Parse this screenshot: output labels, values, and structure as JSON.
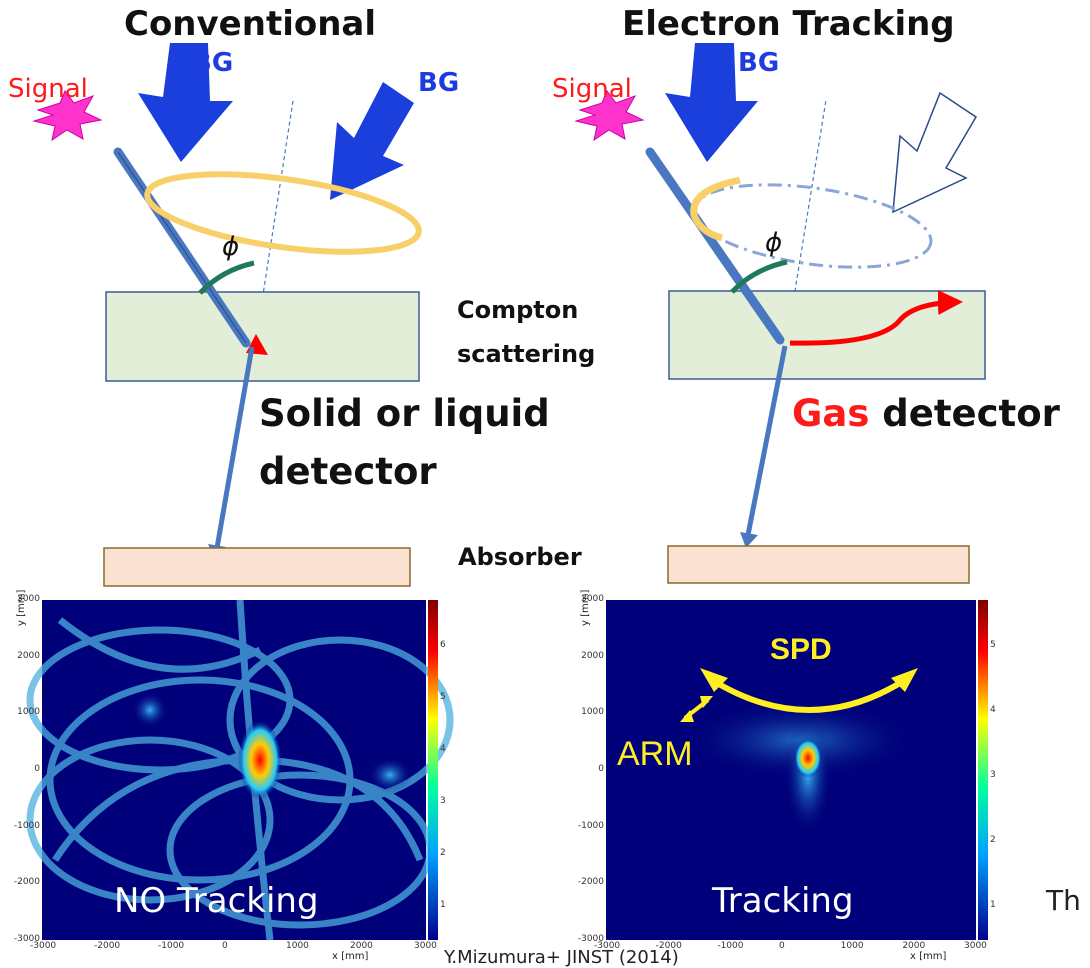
{
  "titles": {
    "left": "Conventional",
    "right": "Electron Tracking"
  },
  "labels": {
    "signal": "Signal",
    "bg": "BG",
    "phi": "ϕ",
    "compton": "Compton",
    "scattering": "scattering",
    "solid_line1": "Solid or liquid",
    "solid_line2": "detector",
    "gas_word": "Gas",
    "gas_rest": " detector",
    "absorber": "Absorber",
    "spd": "SPD",
    "arm": "ARM",
    "cut_text": "Th",
    "citation": "Y.Mizumura+ JINST (2014)"
  },
  "heatmaps": [
    {
      "name": "left",
      "label": "NO Tracking",
      "y_axis_label": "y [mm]",
      "x_axis_label": "x [mm]",
      "x_ticks": [
        "-3000",
        "-2000",
        "-1000",
        "0",
        "1000",
        "2000",
        "3000"
      ],
      "y_ticks": [
        "3000",
        "2000",
        "1000",
        "0",
        "-1000",
        "-2000",
        "-3000"
      ],
      "colorbar_ticks": [
        "6",
        "5",
        "4",
        "3",
        "2",
        "1"
      ]
    },
    {
      "name": "right",
      "label": "Tracking",
      "y_axis_label": "y [mm]",
      "x_axis_label": "x [mm]",
      "x_ticks": [
        "-3000",
        "-2000",
        "-1000",
        "0",
        "1000",
        "2000",
        "3000"
      ],
      "y_ticks": [
        "3000",
        "2000",
        "1000",
        "0",
        "-1000",
        "-2000",
        "-3000"
      ],
      "colorbar_ticks": [
        "5",
        "4",
        "3",
        "2",
        "1"
      ]
    }
  ],
  "colors": {
    "bg_arrow": "#1b3fdc",
    "signal_red": "#ff1a1a",
    "ring_yellow": "#f8d06a",
    "detector_fill": "#e3eed9",
    "absorber_fill": "#fbe1d2",
    "track_blue": "#4a78c0",
    "heatmap_bg": "#00007a",
    "text_blue": "#1e3be0"
  }
}
